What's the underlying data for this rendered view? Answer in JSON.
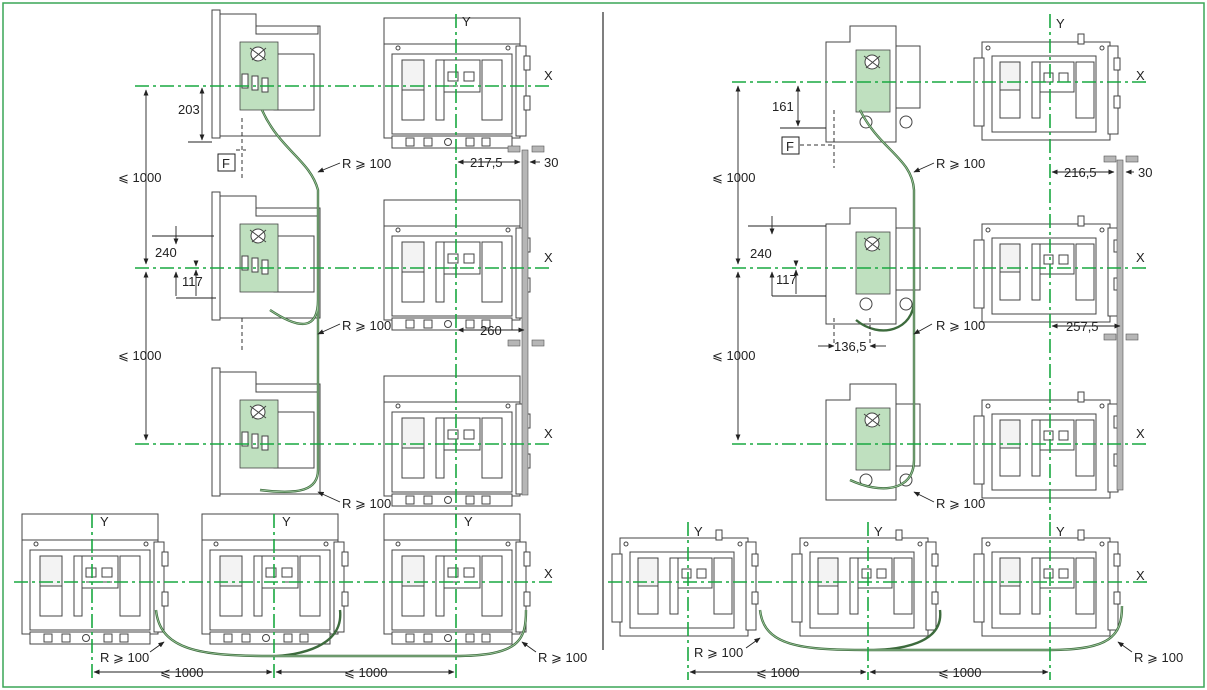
{
  "labels": {
    "axis_x": "X",
    "axis_y": "Y",
    "box_f": "F",
    "radius": "R ⩾ 100",
    "max_spacing": "⩽ 1000"
  },
  "left_panel": {
    "dim_203": "203",
    "dim_240": "240",
    "dim_117": "117",
    "dim_217_5": "217,5",
    "dim_30": "30",
    "dim_260": "260"
  },
  "right_panel": {
    "dim_161": "161",
    "dim_240": "240",
    "dim_117": "117",
    "dim_136_5": "136,5",
    "dim_216_5": "216,5",
    "dim_30": "30",
    "dim_257_5": "257,5"
  },
  "colors": {
    "frame": "#3aa657",
    "axis": "#19a840",
    "handle_fill": "#bfe0bf",
    "cable": "#3d6b3d"
  }
}
